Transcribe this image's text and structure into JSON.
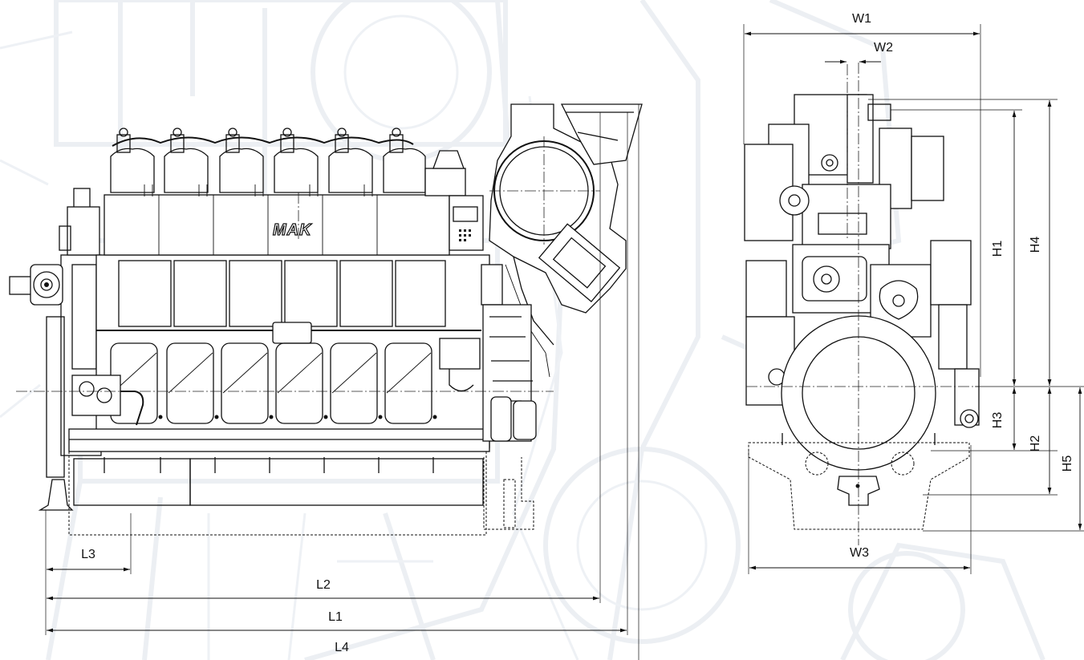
{
  "dimensions": {
    "length": [
      "L1",
      "L2",
      "L3",
      "L4"
    ],
    "width": [
      "W1",
      "W2",
      "W3"
    ],
    "height": [
      "H1",
      "H2",
      "H3",
      "H4",
      "H5"
    ]
  },
  "logo_text": "MAK",
  "colors": {
    "line": "#111111",
    "background": "#ffffff",
    "watermark": "#eceff3"
  }
}
